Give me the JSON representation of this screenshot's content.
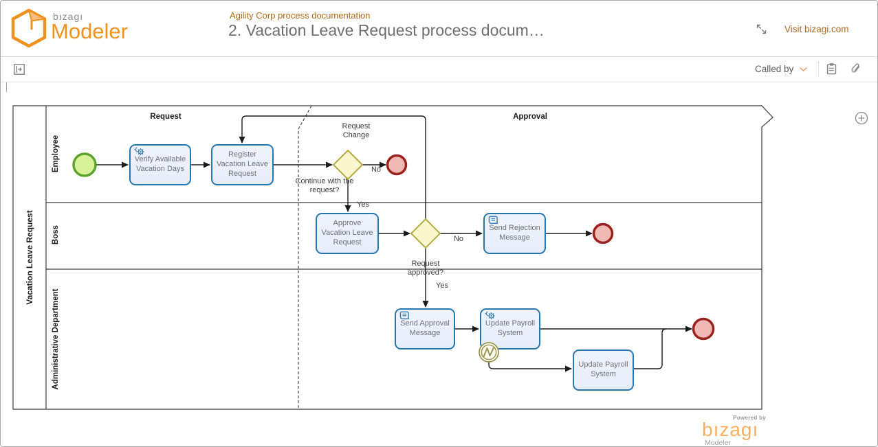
{
  "header": {
    "brand": "bızagı",
    "product": "Modeler",
    "doc_title": "Agility Corp process documentation",
    "page_title": "2. Vacation Leave Request process docum…",
    "visit_link": "Visit bizagi.com"
  },
  "toolbar": {
    "called_by": "Called by"
  },
  "diagram": {
    "pool_label": "Vacation Leave Request",
    "phases": {
      "request": "Request",
      "approval": "Approval"
    },
    "lanes": {
      "employee": "Employee",
      "boss": "Boss",
      "admin": "Administrative Department"
    },
    "tasks": {
      "verify": "Verify Available Vacation Days",
      "register": "Register Vacation Leave Request",
      "approve": "Approve Vacation Leave Request",
      "send_rejection": "Send Rejection Message",
      "send_approval": "Send Approval Message",
      "update_payroll_1": "Update Payroll System",
      "update_payroll_2": "Update Payroll System"
    },
    "gateways": {
      "continue_question": "Continue with the request?",
      "approved_question": "Request approved?"
    },
    "flow_labels": {
      "request_change": "Request Change",
      "no_1": "No",
      "yes_1": "Yes",
      "no_2": "No",
      "yes_2": "Yes"
    }
  },
  "watermark": {
    "powered_by": "Powered by",
    "brand": "bızagı",
    "product": "Modeler"
  },
  "colors": {
    "accent_orange": "#F0921E",
    "link_brown": "#A96A2A",
    "task_border": "#2677AE",
    "task_fill": "#E9EEFB",
    "gateway_border": "#B3AC42",
    "gateway_fill": "#FAF6CD",
    "start_border": "#5BA32A",
    "start_fill": "#D9F29A",
    "end_border": "#9B211D",
    "end_fill": "#F0B9B5",
    "boundary_olive": "#9A954F"
  }
}
